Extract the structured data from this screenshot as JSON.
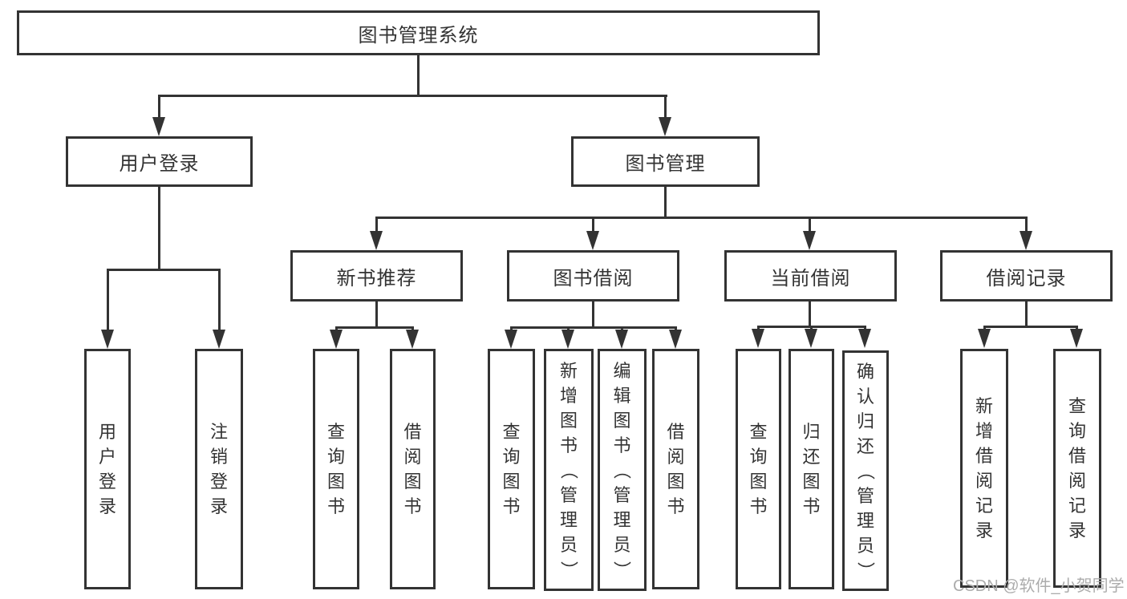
{
  "diagram": {
    "root": {
      "label": "图书管理系统"
    },
    "login_branch": {
      "label": "用户登录",
      "children": [
        {
          "label": "用户登录"
        },
        {
          "label": "注销登录"
        }
      ]
    },
    "mgmt_branch": {
      "label": "图书管理",
      "sections": [
        {
          "label": "新书推荐",
          "children": [
            {
              "label": "查询图书"
            },
            {
              "label": "借阅图书"
            }
          ]
        },
        {
          "label": "图书借阅",
          "children": [
            {
              "label": "查询图书"
            },
            {
              "label": "新增图书（管理员）"
            },
            {
              "label": "编辑图书（管理员）"
            },
            {
              "label": "借阅图书"
            }
          ]
        },
        {
          "label": "当前借阅",
          "children": [
            {
              "label": "查询图书"
            },
            {
              "label": "归还图书"
            },
            {
              "label": "确认归还（管理员）"
            }
          ]
        },
        {
          "label": "借阅记录",
          "children": [
            {
              "label": "新增借阅记录"
            },
            {
              "label": "查询借阅记录"
            }
          ]
        }
      ]
    },
    "watermark": "CSDN @软件_小贺同学"
  },
  "colors": {
    "line": "#333333",
    "text": "#333333",
    "box_background": "#ffffff",
    "watermark": "#acacac"
  }
}
